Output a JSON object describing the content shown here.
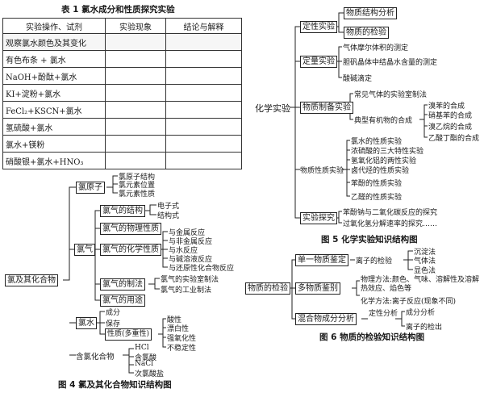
{
  "table1": {
    "caption": "表 1   氯水成分和性质探究实验",
    "headers": [
      "实验操作、试剂",
      "实验现象",
      "结论与解释"
    ],
    "rows": [
      "观察氯水颜色及其变化",
      "有色布条 + 氯水",
      "NaOH+酚酞+氯水",
      "KI+淀粉+氯水",
      "FeCl₂+KSCN+氯水",
      "氢硫酸+氯水",
      "氯水+镁粉",
      "硝酸银+氯水+HNO₃"
    ]
  },
  "fig4": {
    "caption": "图 4   氯及其化合物知识结构图",
    "root": "氯及其化合物",
    "atom": {
      "label": "氯原子",
      "items": [
        "氯原子结构",
        "氯元素位置",
        "氯元素性质"
      ]
    },
    "gas": {
      "label": "氯气",
      "structure": {
        "label": "氯气的结构",
        "items": [
          "电子式",
          "结构式"
        ]
      },
      "physical": "氯气的物理性质",
      "chemical": {
        "label": "氯气的化学性质",
        "items": [
          "与金属反应",
          "与非金属反应",
          "与水反应",
          "与碱溶液反应",
          "与还原性化合物反应"
        ]
      },
      "prep": {
        "label": "氯气的制法",
        "items": [
          "氯气的实验室制法",
          "氯气的工业制法"
        ]
      },
      "use": "氯气的用途"
    },
    "water": {
      "label": "氯水",
      "items": [
        "成分",
        "保存",
        "性质(多重性)"
      ],
      "props": [
        "酸性",
        "漂白性",
        "强氧化性",
        "不稳定性"
      ]
    },
    "compounds": {
      "label": "含氯化合物",
      "items": [
        "HCl",
        "含氯酸",
        "NaCl",
        "次氯酸盐"
      ]
    }
  },
  "fig5": {
    "caption": "图 5   化学实验知识结构图",
    "root": "化学实验",
    "qualitative": {
      "label": "定性实验",
      "items": [
        "物质结构分析",
        "物质的检验"
      ]
    },
    "quantitative": {
      "label": "定量实验",
      "items": [
        "气体摩尔体积的测定",
        "胆矾晶体中结晶水含量的测定",
        "酸碱滴定"
      ]
    },
    "prep": {
      "label": "物质制备实验",
      "gas": "常见气体的实验室制法",
      "organic": {
        "label": "典型有机物的合成",
        "items": [
          "溴苯的合成",
          "硝基苯的合成",
          "溴乙烷的合成",
          "乙酸丁酯的合成"
        ]
      }
    },
    "property": {
      "label": "物质性质实验",
      "items": [
        "氯水的性质实验",
        "浓硫酸的三大特性实验",
        "氢氧化铝的两性实验",
        "卤代烃的性质实验",
        "苯酚的性质实验",
        "乙醛的性质实验"
      ]
    },
    "explore": {
      "label": "实验探究",
      "items": [
        "苯酚钠与二氧化碳反应的探究",
        "过氧化氢分解速率的探究……"
      ]
    }
  },
  "fig6": {
    "caption": "图 6   物质的检验知识结构图",
    "root": "物质的检验",
    "single": {
      "label": "单一物质鉴定",
      "text": "离子的检验",
      "items": [
        "沉淀法",
        "气体法",
        "显色法"
      ]
    },
    "multi": {
      "label": "多物质鉴别",
      "physical": "物理方法:颜色、气味、溶解性及溶解热效应、焰色等",
      "chemical": "化学方法:离子反应(现象不同)"
    },
    "mixed": {
      "label": "混合物成分分析",
      "qual": "定性分析",
      "items": [
        "成分分析",
        "离子的检出"
      ]
    }
  }
}
